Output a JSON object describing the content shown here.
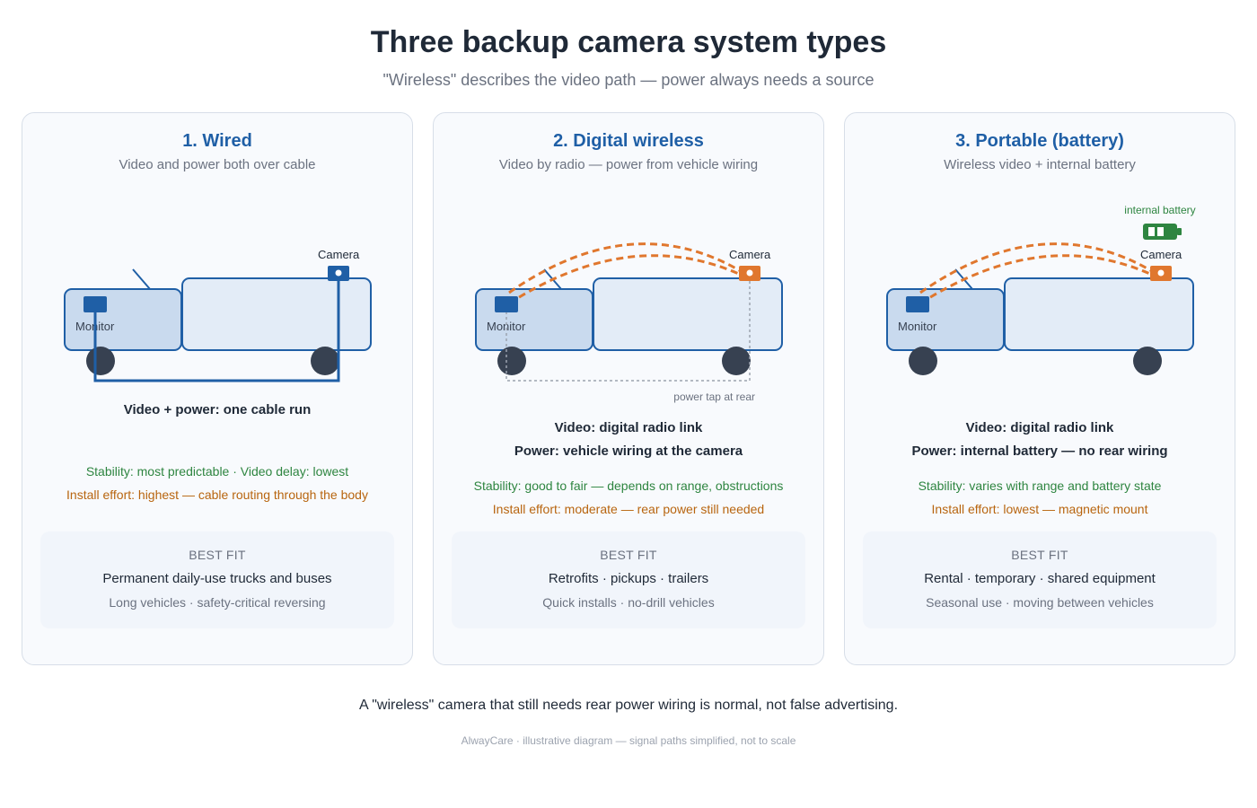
{
  "header": {
    "title": "Three backup camera system types",
    "subtitle": "\"Wireless\" describes the video path — power always needs a source"
  },
  "labels": {
    "monitor": "Monitor",
    "camera": "Camera",
    "power_tap": "power tap at rear",
    "internal_battery": "internal battery"
  },
  "colors": {
    "title_blue": "#1f5fa6",
    "device_blue": "#1f5fa6",
    "wireless_orange": "#e0772e",
    "battery_green": "#2e8540",
    "stability_green": "#2e8540",
    "effort_orange": "#b8650f",
    "wheel": "#374151"
  },
  "cards": [
    {
      "title": "1. Wired",
      "subtitle": "Video and power both over cable",
      "desc_lines": [
        "Video + power: one cable run"
      ],
      "stability": "Stability: most predictable · Video delay: lowest",
      "effort": "Install effort: highest — cable routing through the body",
      "fit_heading": "BEST FIT",
      "fit_primary": "Permanent daily-use trucks and buses",
      "fit_secondary": "Long vehicles · safety-critical reversing"
    },
    {
      "title": "2. Digital wireless",
      "subtitle": "Video by radio — power from vehicle wiring",
      "desc_lines": [
        "Video: digital radio link",
        "Power: vehicle wiring at the camera"
      ],
      "stability": "Stability: good to fair — depends on range, obstructions",
      "effort": "Install effort: moderate — rear power still needed",
      "fit_heading": "BEST FIT",
      "fit_primary": "Retrofits · pickups · trailers",
      "fit_secondary": "Quick installs · no-drill vehicles"
    },
    {
      "title": "3. Portable (battery)",
      "subtitle": "Wireless video + internal battery",
      "desc_lines": [
        "Video: digital radio link",
        "Power: internal battery — no rear wiring"
      ],
      "stability": "Stability: varies with range and battery state",
      "effort": "Install effort: lowest — magnetic mount",
      "fit_heading": "BEST FIT",
      "fit_primary": "Rental · temporary · shared equipment",
      "fit_secondary": "Seasonal use · moving between vehicles"
    }
  ],
  "footer": {
    "note": "A \"wireless\" camera that still needs rear power wiring is normal, not false advertising.",
    "credit": "AlwayCare · illustrative diagram — signal paths simplified, not to scale"
  }
}
